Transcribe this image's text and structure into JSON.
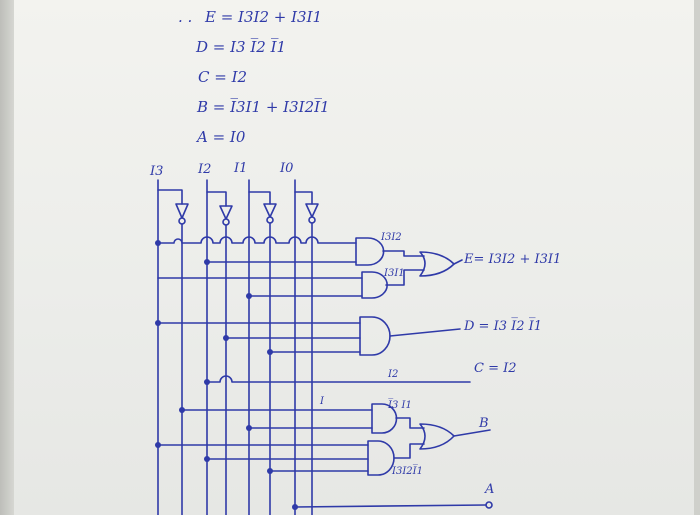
{
  "equations": {
    "therefore": ". .",
    "e": "E = I3I2 + I3I1",
    "d": "D = I3 I̅2 I̅1",
    "c": "C = I2",
    "b": "B = I̅3I1 + I3I2I̅1",
    "a": "A = I0"
  },
  "inputs": [
    "I3",
    "I2",
    "I1",
    "I0"
  ],
  "gate_labels": {
    "and_e1": "I3I2",
    "and_e2": "I3I1",
    "and_b1": "I̅3 I1",
    "and_b2": "I3I2I̅1",
    "c_wire": "I2",
    "stray": "I"
  },
  "output_labels": {
    "e": "E= I3I2 + I3I1",
    "d": "D = I3 I̅2 I̅1",
    "c": "C = I2",
    "b": "B",
    "a": "A"
  },
  "colors": {
    "ink": "#2f3aa8",
    "paper": "#efefeb"
  }
}
